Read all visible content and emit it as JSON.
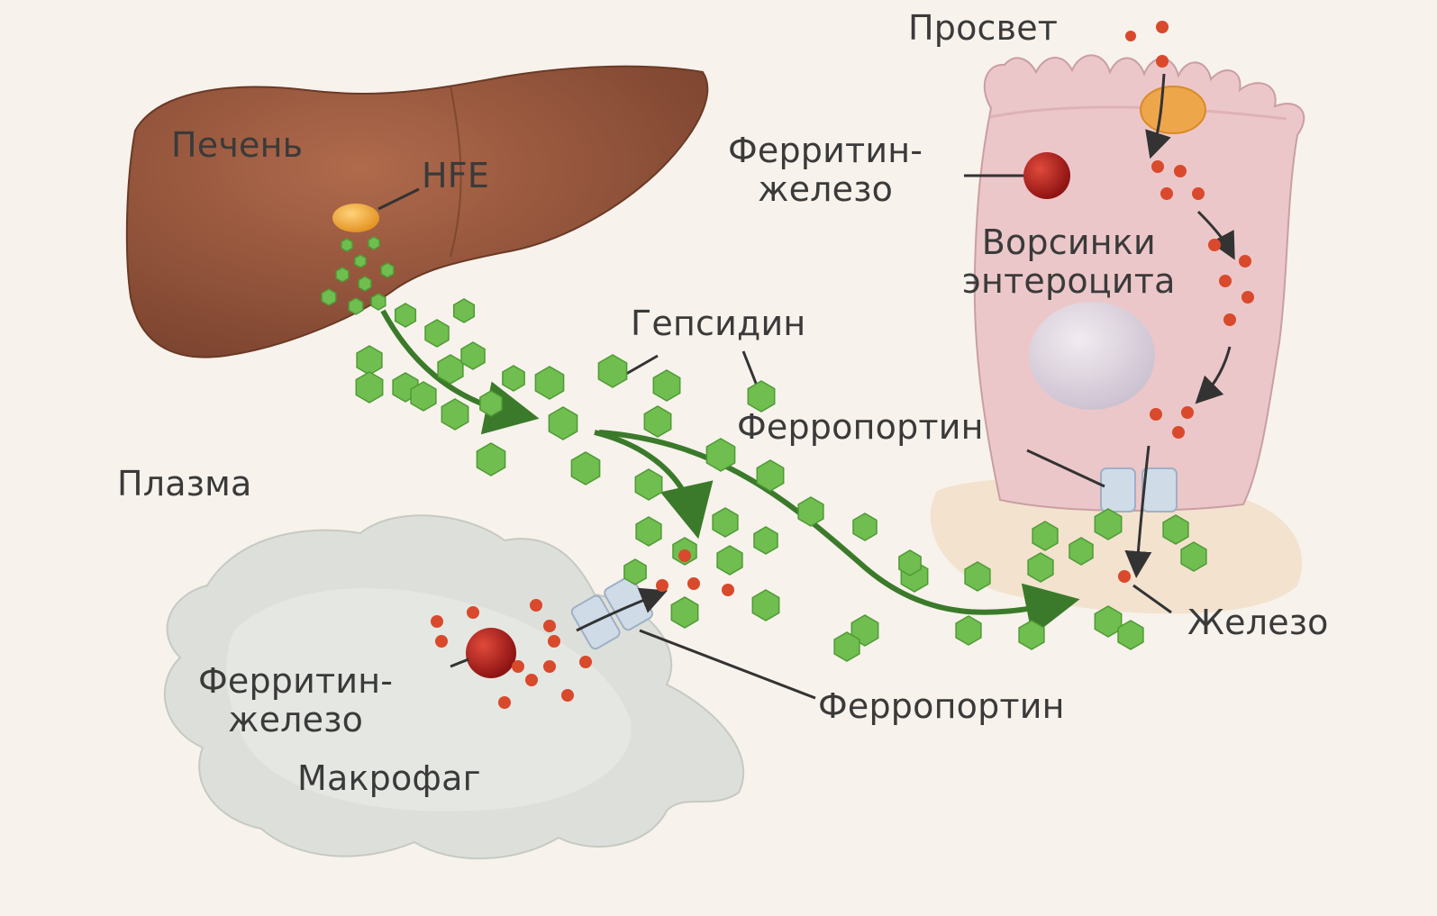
{
  "colors": {
    "background": "#f7f2ec",
    "liver": "#9a5a3f",
    "enterocyte": "#e9c9c9",
    "macrophage": "#dcdfd8",
    "hepcidin": "#6fbe4f",
    "iron": "#d9492c",
    "ferritin": "#b81f1f",
    "ferroportin": "#c9d6e4",
    "arrow": "#3b7a2a",
    "hfe": "#f0a533",
    "text": "#3a3a3a"
  },
  "labels": {
    "lumen": "Просвет",
    "liver": "Печень",
    "hfe": "HFE",
    "ferritin_iron_top": [
      "Ферритин-",
      "железо"
    ],
    "enterocyte_villi": [
      "Ворсинки",
      "энтероцита"
    ],
    "hepcidin": "Гепсидин",
    "ferroportin_top": "Ферропортин",
    "plasma": "Плазма",
    "iron": "Железо",
    "ferritin_iron_bottom": [
      "Ферритин-",
      "железо"
    ],
    "ferroportin_bottom": "Ферропортин",
    "macrophage": "Макрофаг"
  },
  "icons": {
    "hepcidin_molecule": "green-hexagon",
    "iron_particle": "red-dot",
    "ferritin_complex": "red-sphere",
    "ferroportin_channel": "blue-channel",
    "hfe_protein": "orange-ellipse"
  }
}
